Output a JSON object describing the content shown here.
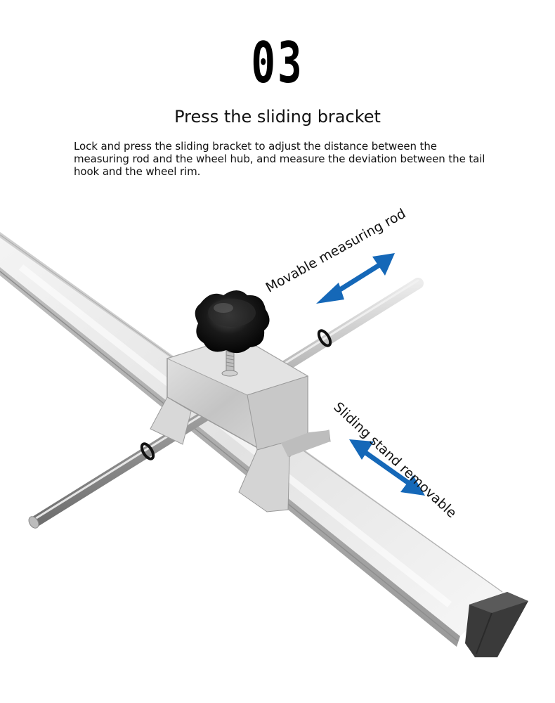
{
  "header": {
    "step_number": "03",
    "title": "Press the sliding bracket",
    "description": "Lock and press the sliding bracket to adjust the distance between the measuring rod and the wheel hub, and measure the deviation between the tail hook and the wheel rim."
  },
  "illustration": {
    "callouts": [
      {
        "id": "rod",
        "label": "Movable measuring rod"
      },
      {
        "id": "stand",
        "label": "Sliding stand removable"
      }
    ],
    "colors": {
      "arrow": "#1568b8",
      "knob": "#111111",
      "metal": "#d9d9d9",
      "end_cap": "#3a3a3a"
    }
  }
}
